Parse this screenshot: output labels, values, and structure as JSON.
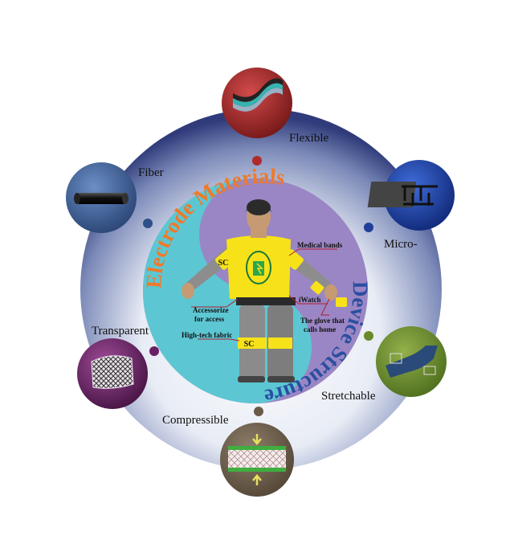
{
  "diagram": {
    "colors": {
      "outer_dark": "#2f3b7a",
      "outer_light": "#ffffff",
      "cyan": "#5cc7d3",
      "purple": "#9a86c4",
      "orange": "#ee7a2b",
      "blue_text": "#2b4ea0",
      "yellow": "#f7e21a"
    },
    "center": {
      "arc_left": "Electrode Materials",
      "arc_right": "Device Structure",
      "badge_left_arm": "SC",
      "badge_belt": "SC",
      "annotations": [
        "Medical bands",
        "iWatch",
        "The glove that",
        "calls home",
        "Accessorize",
        "for access",
        "High-tech fabric"
      ]
    },
    "nodes": [
      {
        "label": "Flexible",
        "icon": "flexible-layers-icon"
      },
      {
        "label": "Micro-",
        "icon": "micro-interdigital-icon"
      },
      {
        "label": "Stretchable",
        "icon": "stretchable-film-icon"
      },
      {
        "label": "Compressible",
        "icon": "compressible-sandwich-icon"
      },
      {
        "label": "Transparent",
        "icon": "transparent-mesh-icon"
      },
      {
        "label": "Fiber",
        "icon": "fiber-cylinder-icon"
      }
    ]
  }
}
